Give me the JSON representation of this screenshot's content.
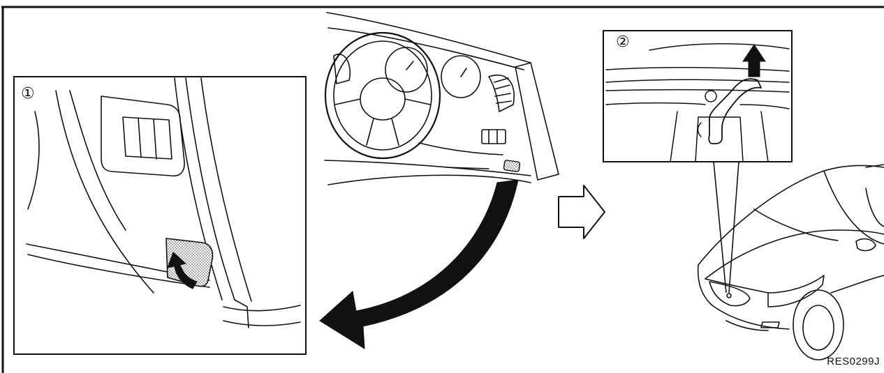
{
  "diagram": {
    "step1_label": "①",
    "step2_label": "②",
    "figure_code": "RES0299J"
  }
}
